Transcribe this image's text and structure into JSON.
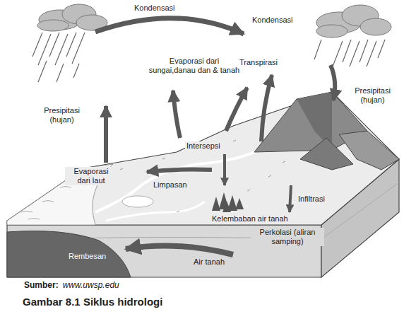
{
  "diagram": {
    "caption": "Gambar 8.1 Siklus hidrologi",
    "labels": [
      "Kondensasi",
      "Kondensasi",
      "Evaporasi dari sungai,danau dan & tanah",
      "Transpirasi",
      "Presipitasi (hujan)",
      "Presipitasi (hujan)",
      "Intersepsi",
      "Evaporasi dari laut",
      "Limpasan",
      "Infiltrasi",
      "Kelembaban air tanah",
      "Perkolasi (aliran samping)",
      "Rembesan",
      "Air tanah",
      "Sumber:",
      "www.uwsp.edu"
    ]
  }
}
